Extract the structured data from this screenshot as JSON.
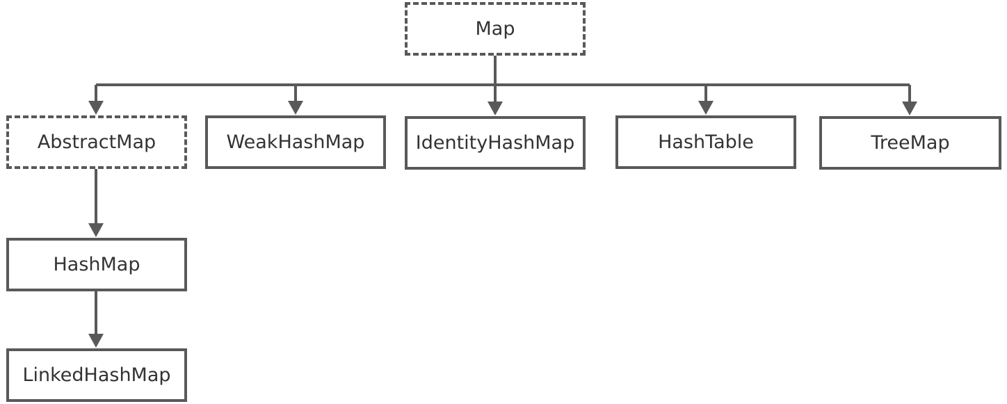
{
  "diagram": {
    "line_color": "#595959",
    "text_color": "#333333",
    "nodes": {
      "map": "Map",
      "abstract_map": "AbstractMap",
      "weak_hash_map": "WeakHashMap",
      "identity_hash_map": "IdentityHashMap",
      "hash_table": "HashTable",
      "tree_map": "TreeMap",
      "hash_map": "HashMap",
      "linked_hash_map": "LinkedHashMap"
    },
    "abstract_nodes": [
      "Map",
      "AbstractMap"
    ],
    "edges": [
      [
        "Map",
        "AbstractMap"
      ],
      [
        "Map",
        "WeakHashMap"
      ],
      [
        "Map",
        "IdentityHashMap"
      ],
      [
        "Map",
        "HashTable"
      ],
      [
        "Map",
        "TreeMap"
      ],
      [
        "AbstractMap",
        "HashMap"
      ],
      [
        "HashMap",
        "LinkedHashMap"
      ]
    ]
  }
}
